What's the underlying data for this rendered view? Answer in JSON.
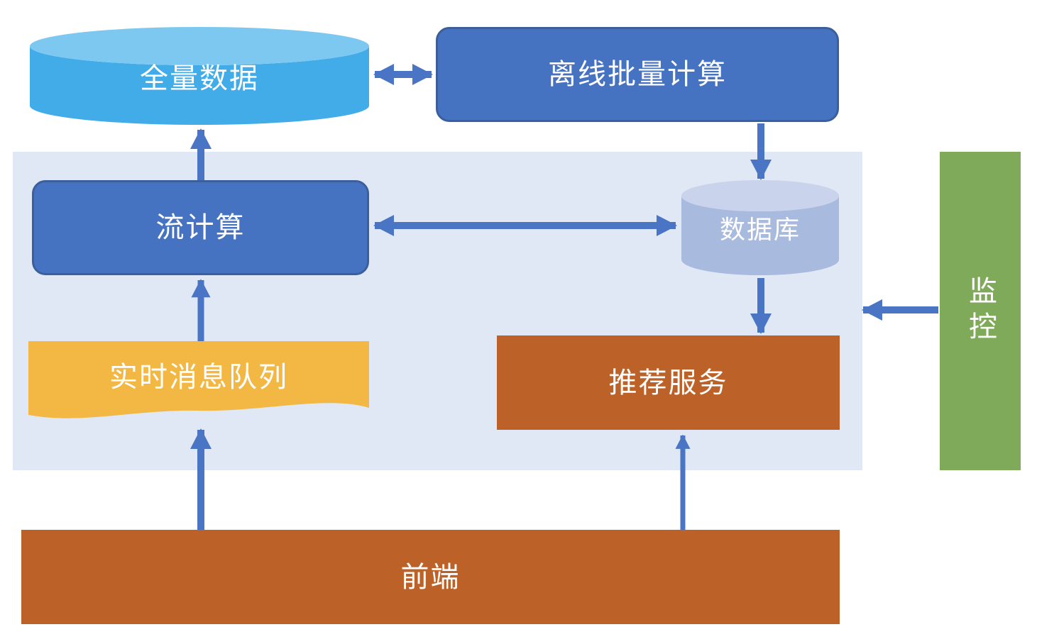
{
  "nodes": {
    "full_data": {
      "label": "全量数据",
      "shape": "cylinder",
      "fill": "#41ACE8",
      "top_fill": "#7DC8F1"
    },
    "offline_batch": {
      "label": "离线批量计算",
      "shape": "rounded-rect",
      "fill": "#4672C2",
      "border": "#3A5F9C"
    },
    "stream_compute": {
      "label": "流计算",
      "shape": "rounded-rect",
      "fill": "#4672C2",
      "border": "#3A5F9C"
    },
    "database": {
      "label": "数据库",
      "shape": "cylinder",
      "fill": "#A9BADF",
      "top_fill": "#C9D3EC"
    },
    "realtime_queue": {
      "label": "实时消息队列",
      "shape": "wave",
      "fill": "#F2B843"
    },
    "recommend_service": {
      "label": "推荐服务",
      "shape": "rect",
      "fill": "#BC6127"
    },
    "frontend": {
      "label": "前端",
      "shape": "rect",
      "fill": "#BC6127"
    },
    "monitoring": {
      "label": "监控",
      "shape": "rect",
      "fill": "#7FAA5A",
      "text_orientation": "vertical"
    }
  },
  "panel": {
    "fill": "#DFE8F4"
  },
  "arrow_color": "#4A74C4",
  "edges": [
    {
      "from": "full_data",
      "to": "offline_batch",
      "bidirectional": true
    },
    {
      "from": "stream_compute",
      "to": "full_data",
      "bidirectional": false
    },
    {
      "from": "offline_batch",
      "to": "database",
      "bidirectional": false
    },
    {
      "from": "stream_compute",
      "to": "database",
      "bidirectional": true
    },
    {
      "from": "database",
      "to": "recommend_service",
      "bidirectional": false
    },
    {
      "from": "realtime_queue",
      "to": "stream_compute",
      "bidirectional": false
    },
    {
      "from": "frontend",
      "to": "realtime_queue",
      "bidirectional": false
    },
    {
      "from": "frontend",
      "to": "recommend_service",
      "bidirectional": false
    },
    {
      "from": "monitoring",
      "to": "panel",
      "bidirectional": false
    }
  ]
}
